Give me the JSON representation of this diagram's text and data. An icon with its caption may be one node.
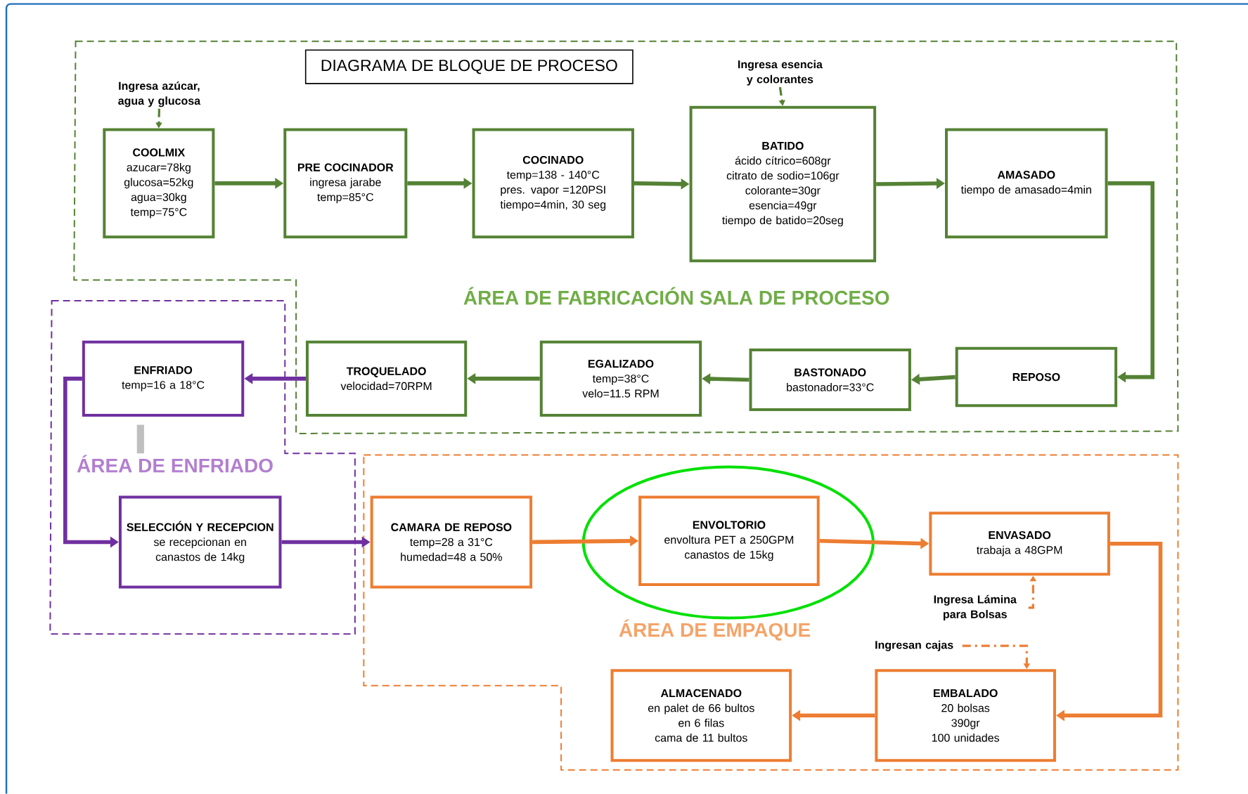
{
  "diagram": {
    "title": "DIAGRAMA DE BLOQUE DE PROCESO",
    "nodes": [
      {
        "text": [
          "Ingresa azúcar, agua y glucosa"
        ]
      },
      {
        "text": [
          "COOLMIX",
          "azucar=78kg",
          "glucosa=52kg",
          "agua=30kg",
          "temp=75°C"
        ]
      },
      {
        "text": [
          "PRE COCINADOR",
          "ingresa jarabe",
          "temp=85°C"
        ]
      },
      {
        "text": [
          "COCINADO",
          "temp=138 - 140°C",
          "pres. vapor =120PSI",
          "tiempo=4min, 30 seg"
        ]
      },
      {
        "text": [
          "Ingresa esencia y colorantes"
        ]
      },
      {
        "text": [
          "BATIDO",
          "ácido cítrico=608gr",
          "citrato de sodio=106gr",
          "colorante=30gr",
          "esencia=49gr",
          "tiempo de batido=20seg"
        ]
      },
      {
        "text": [
          "AMASADO",
          "tiempo de amasado=4min"
        ]
      },
      {
        "text": [
          "REPOSO"
        ]
      },
      {
        "text": [
          "BASTONADO",
          "bastonador=33°C"
        ]
      },
      {
        "text": [
          "EGALIZADO",
          "temp=38°C",
          "velo=11.5 RPM"
        ]
      },
      {
        "text": [
          "TROQUELADO",
          "velocidad=70RPM"
        ]
      },
      {
        "text": [
          "ENFRIADO",
          "temp=16 a 18°C"
        ]
      },
      {
        "text": [
          "SELECCIÓN Y RECEPCION",
          "se recepcionan en canastos de 14kg"
        ]
      },
      {
        "text": [
          "CAMARA DE REPOSO",
          "temp=28 a 31°C",
          "humedad=48 a 50%"
        ]
      },
      {
        "text": [
          "ENVOLTORIO",
          "envoltura PET a 250GPM",
          "canastos de 15kg"
        ]
      },
      {
        "text": [
          "ENVASADO",
          "trabaja a 48GPM"
        ]
      },
      {
        "text": [
          "Ingresa Lámina para Bolsas"
        ]
      },
      {
        "text": [
          "Ingresan cajas"
        ]
      },
      {
        "text": [
          "EMBALADO",
          "20 bolsas",
          "390gr",
          "100 unidades"
        ]
      },
      {
        "text": [
          "ALMACENADO",
          "en palet de 66 bultos",
          "en 6 filas",
          "cama de 11 bultos"
        ]
      }
    ],
    "edges": [
      {
        "from": 0,
        "to": 1,
        "arrow": "to",
        "style": "dashed"
      },
      {
        "from": 1,
        "to": 2,
        "arrow": "to"
      },
      {
        "from": 2,
        "to": 3,
        "arrow": "to"
      },
      {
        "from": 3,
        "to": 5,
        "arrow": "to"
      },
      {
        "from": 4,
        "to": 5,
        "arrow": "to",
        "style": "dashed"
      },
      {
        "from": 5,
        "to": 6,
        "arrow": "to"
      },
      {
        "from": 6,
        "to": 7,
        "arrow": "to"
      },
      {
        "from": 7,
        "to": 8,
        "arrow": "to"
      },
      {
        "from": 8,
        "to": 9,
        "arrow": "to"
      },
      {
        "from": 9,
        "to": 10,
        "arrow": "to"
      },
      {
        "from": 10,
        "to": 11,
        "arrow": "to",
        "color": "#7030a0"
      },
      {
        "from": 11,
        "to": 12,
        "arrow": "to",
        "color": "#7030a0"
      },
      {
        "from": 12,
        "to": 13,
        "arrow": "to",
        "color": "#7030a0"
      },
      {
        "from": 13,
        "to": 14,
        "arrow": "to",
        "color": "#ed7d31"
      },
      {
        "from": 14,
        "to": 15,
        "arrow": "to",
        "color": "#ed7d31"
      },
      {
        "from": 15,
        "to": 18,
        "arrow": "to",
        "color": "#ed7d31"
      },
      {
        "from": 16,
        "to": 15,
        "arrow": "to",
        "style": "dashed",
        "color": "#ed7d31"
      },
      {
        "from": 17,
        "to": 18,
        "arrow": "to",
        "style": "dashed",
        "color": "#ed7d31"
      },
      {
        "from": 18,
        "to": 19,
        "arrow": "to",
        "color": "#ed7d31"
      }
    ],
    "labels": [
      "ÁREA DE FABRICACIÓN SALA DE PROCESO",
      "ÁREA DE ENFRIADO",
      "ÁREA DE EMPAQUE"
    ]
  }
}
